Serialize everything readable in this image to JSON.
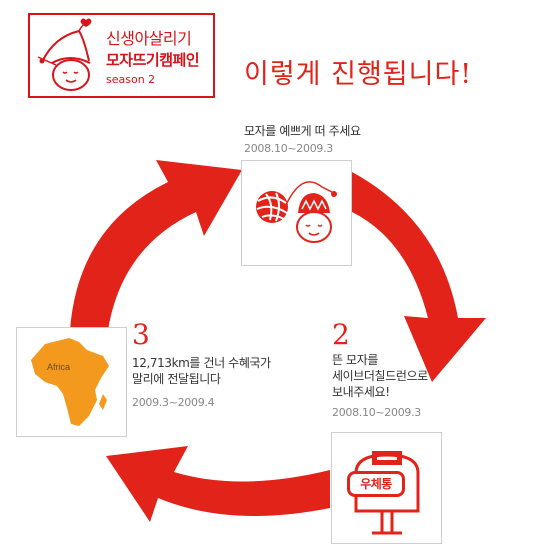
{
  "logo": {
    "title": "신생아살리기",
    "campaign": "모자뜨기캠페인",
    "season": "season 2"
  },
  "headline": "이렇게 진행됩니다!",
  "steps": [
    {
      "line1": "모자를 예쁘게 떠 주세요",
      "date": "2008.10~2009.3"
    },
    {
      "number": "2",
      "line1": "뜬 모자를",
      "line2": "세이브더칠드런으로",
      "line3": "보내주세요!",
      "date": "2008.10~2009.3",
      "mailbox_label": "우체통"
    },
    {
      "number": "3",
      "line1": "12,713km를 건너 수혜국가",
      "line2": "말리에 전달됩니다",
      "date": "2009.3~2009.4",
      "map_label": "Africa"
    }
  ],
  "colors": {
    "accent": "#e2231a",
    "map": "#f39a1e"
  }
}
